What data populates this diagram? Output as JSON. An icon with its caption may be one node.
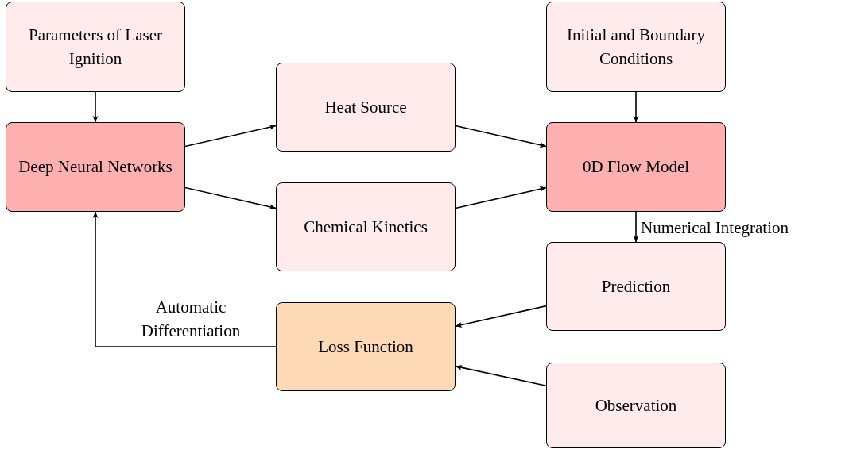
{
  "diagram": {
    "nodes": [
      {
        "text": [
          "Parameters of Laser Ignition"
        ]
      },
      {
        "text": [
          "Deep Neural Networks"
        ]
      },
      {
        "text": [
          "Heat Source"
        ]
      },
      {
        "text": [
          "Chemical Kinetics"
        ]
      },
      {
        "text": [
          "Initial and Boundary Conditions"
        ]
      },
      {
        "text": [
          "0D Flow Model"
        ]
      },
      {
        "text": [
          "Prediction"
        ]
      },
      {
        "text": [
          "Loss Function"
        ]
      },
      {
        "text": [
          "Observation"
        ]
      }
    ],
    "edges": [
      {
        "from": 0,
        "to": 1,
        "arrow": "to"
      },
      {
        "from": 1,
        "to": 2,
        "arrow": "to"
      },
      {
        "from": 1,
        "to": 3,
        "arrow": "to"
      },
      {
        "from": 2,
        "to": 5,
        "arrow": "to"
      },
      {
        "from": 3,
        "to": 5,
        "arrow": "to"
      },
      {
        "from": 4,
        "to": 5,
        "arrow": "to"
      },
      {
        "from": 5,
        "to": 6,
        "arrow": "to",
        "label": "Numerical Integration"
      },
      {
        "from": 6,
        "to": 7,
        "arrow": "to"
      },
      {
        "from": 8,
        "to": 7,
        "arrow": "to"
      },
      {
        "from": 7,
        "to": 1,
        "arrow": "to",
        "label": "Automatic Differentiation"
      }
    ]
  }
}
